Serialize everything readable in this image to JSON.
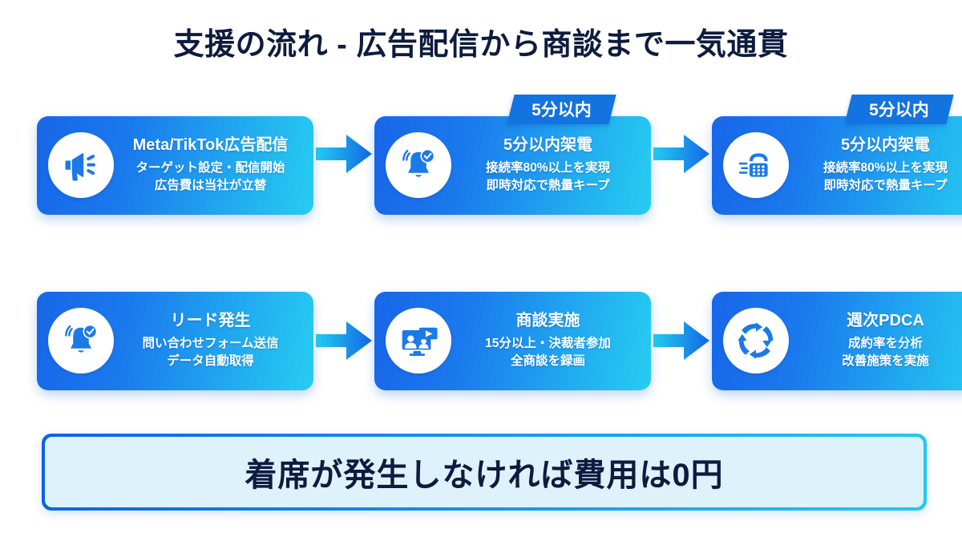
{
  "title": "支援の流れ - 広告配信から商談まで一気通貫",
  "colors": {
    "title_text": "#0d1b3e",
    "card_gradient_start": "#1866e8",
    "card_gradient_end": "#27cdf1",
    "badge_bg": "#1373e0",
    "banner_fill": "#ddf2fb",
    "banner_border_start": "#0b63e5",
    "banner_border_end": "#22c9f0",
    "arrow_start": "#22cdf0",
    "arrow_end": "#1267e6"
  },
  "rows": [
    {
      "cards": [
        {
          "icon": "megaphone-icon",
          "badge": null,
          "title": "Meta/TikTok広告配信",
          "lines": [
            "ターゲット設定・配信開始",
            "広告費は当社が立替"
          ]
        },
        {
          "icon": "bell-check-icon",
          "badge": "5分以内",
          "title": "5分以内架電",
          "lines": [
            "接続率80%以上を実現",
            "即時対応で熱量キープ"
          ]
        },
        {
          "icon": "telephone-icon",
          "badge": "5分以内",
          "title": "5分以内架電",
          "lines": [
            "接続率80%以上を実現",
            "即時対応で熱量キープ"
          ]
        }
      ]
    },
    {
      "cards": [
        {
          "icon": "bell-check-icon",
          "badge": null,
          "title": "リード発生",
          "lines": [
            "問い合わせフォーム送信",
            "データ自動取得"
          ]
        },
        {
          "icon": "video-meeting-icon",
          "badge": null,
          "title": "商談実施",
          "lines": [
            "15分以上・決裁者参加",
            "全商談を録画"
          ]
        },
        {
          "icon": "pdca-cycle-icon",
          "badge": null,
          "title": "週次PDCA",
          "lines": [
            "成約率を分析",
            "改善施策を実施"
          ]
        }
      ]
    }
  ],
  "arrows": {
    "icon": "arrow-right-icon",
    "count_per_row": 2
  },
  "banner": {
    "text": "着席が発生しなければ費用は0円"
  }
}
